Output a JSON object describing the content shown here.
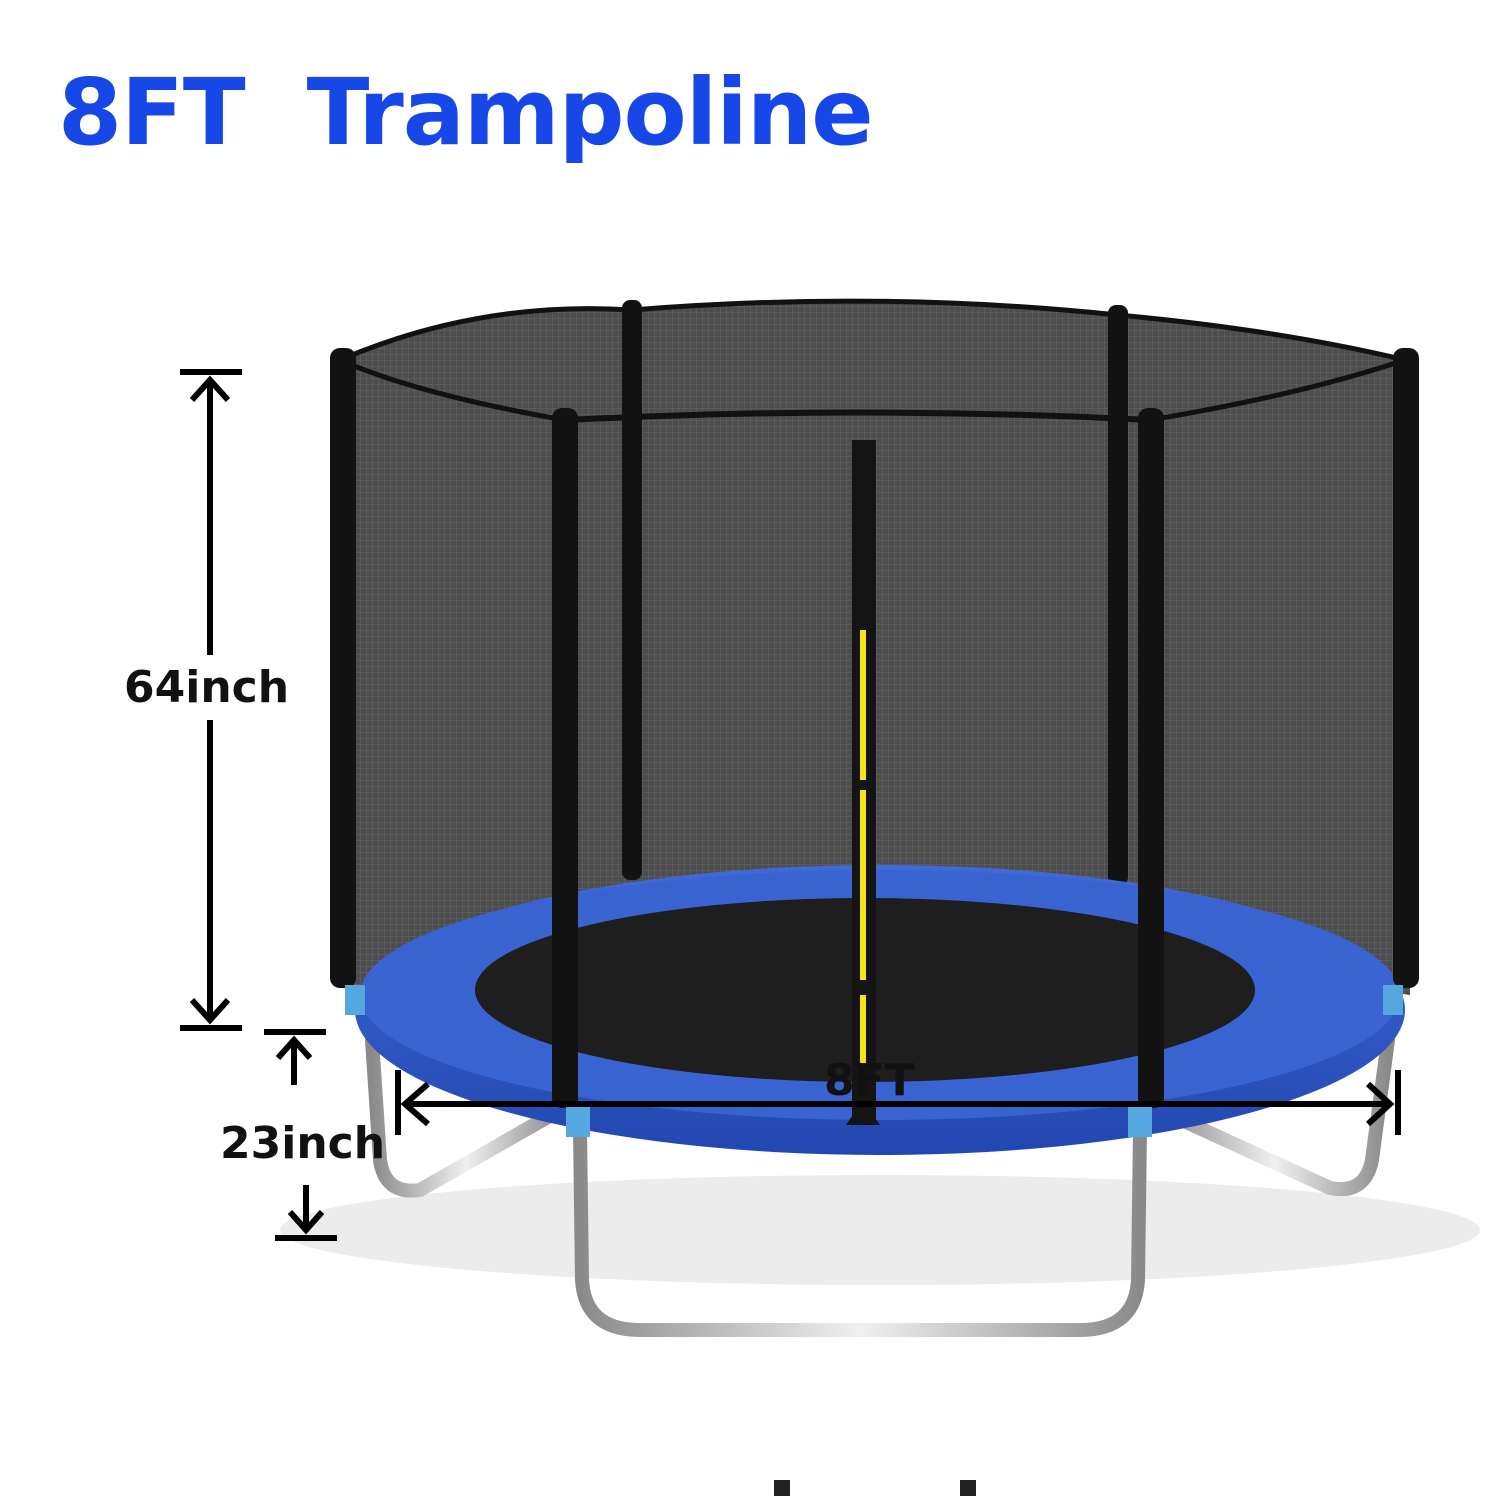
{
  "title": "8FT  Trampoline",
  "dimensions": {
    "enclosure_height": "64inch",
    "frame_height": "23inch",
    "diameter": "8FT"
  },
  "colors": {
    "title": "#1747e6",
    "pad": "#2e56c9",
    "pad_light": "#4a78dd",
    "mat": "#1f1f1f",
    "net": "#3a3a3a",
    "pole": "#121212",
    "steel": "#c8c8c8",
    "stripe": "#f5e21b",
    "cap": "#55a7e0"
  }
}
